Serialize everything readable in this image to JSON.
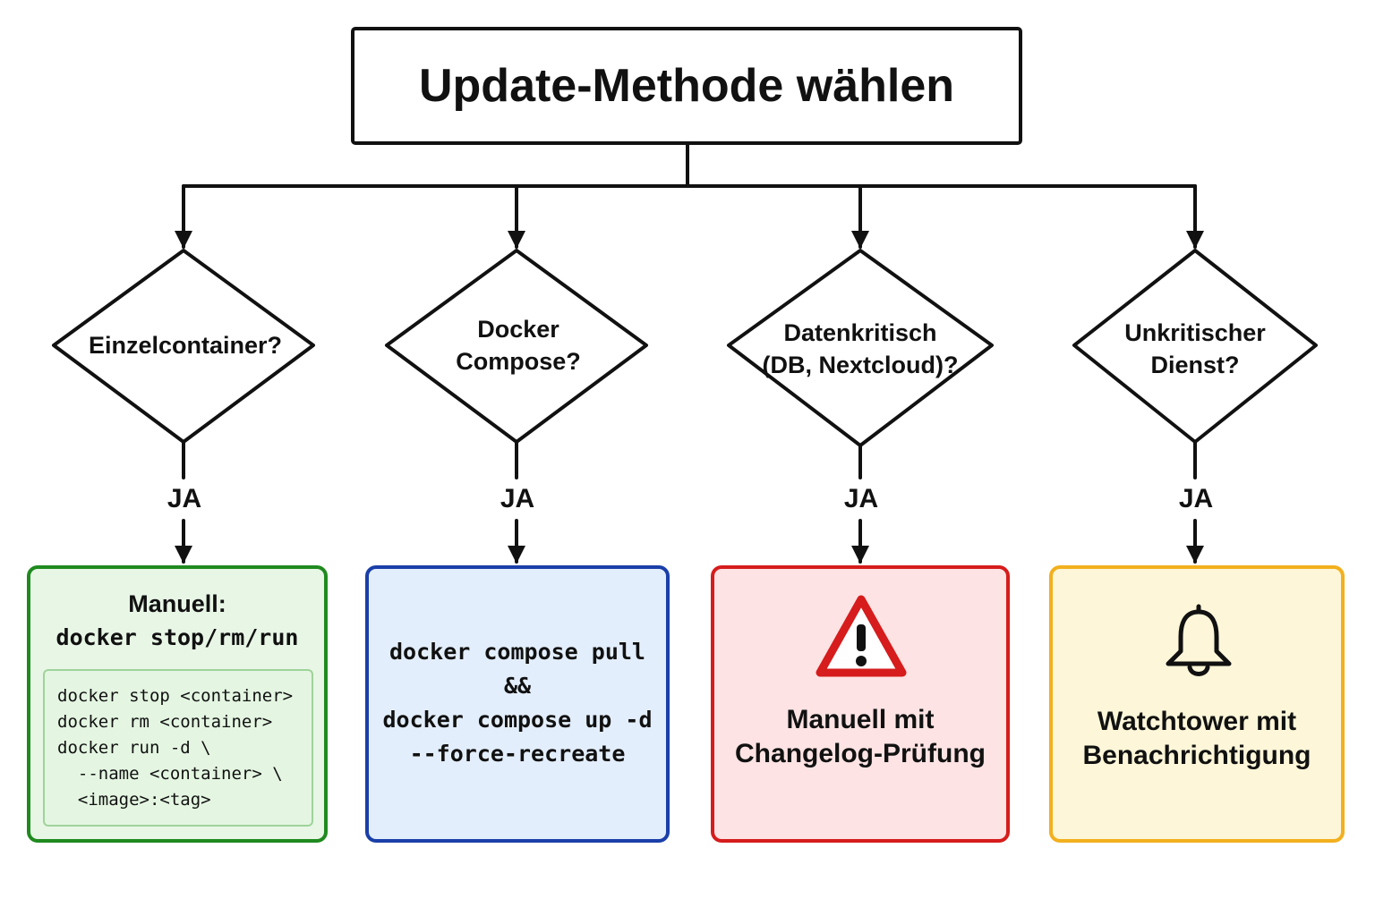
{
  "title": "Update-Methode wählen",
  "decisions": [
    {
      "lines": [
        "Einzelcontainer?"
      ]
    },
    {
      "lines": [
        "Docker Compose?"
      ]
    },
    {
      "lines": [
        "Datenkritisch",
        "(DB, Nextcloud)?"
      ]
    },
    {
      "lines": [
        "Unkritischer",
        "Dienst?"
      ]
    }
  ],
  "yes_label": "JA",
  "results": {
    "manual_single": {
      "heading": "Manuell:",
      "command": "docker stop/rm/run",
      "code": [
        "docker stop <container>",
        "docker rm <container>",
        "docker run -d \\",
        "  --name <container> \\",
        "  <image>:<tag>"
      ]
    },
    "compose": {
      "lines": [
        "docker compose pull",
        "&&",
        "docker compose up -d",
        "--force-recreate"
      ]
    },
    "critical": {
      "icon": "warning-icon",
      "lines": [
        "Manuell mit",
        "Changelog-Prüfung"
      ]
    },
    "uncritical": {
      "icon": "bell-icon",
      "lines": [
        "Watchtower mit",
        "Benachrichtigung"
      ]
    }
  },
  "colors": {
    "green": "#1f8a1f",
    "blue": "#1a3fa8",
    "red": "#d61c1c",
    "yellow": "#f2b01e"
  }
}
